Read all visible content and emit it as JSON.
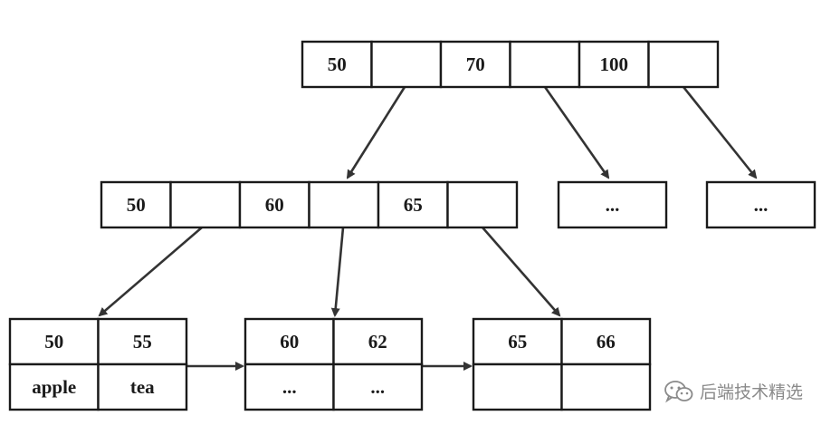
{
  "diagram": {
    "root": {
      "keys": [
        "50",
        "",
        "70",
        "",
        "100",
        ""
      ]
    },
    "level1": {
      "internal": {
        "keys": [
          "50",
          "",
          "60",
          "",
          "65",
          ""
        ]
      },
      "collapsed": [
        "...",
        "..."
      ]
    },
    "leaves": [
      {
        "keys": [
          "50",
          "55"
        ],
        "values": [
          "apple",
          "tea"
        ]
      },
      {
        "keys": [
          "60",
          "62"
        ],
        "values": [
          "...",
          "..."
        ]
      },
      {
        "keys": [
          "65",
          "66"
        ],
        "values": [
          "",
          ""
        ]
      }
    ]
  },
  "watermark": {
    "text": "后端技术精选",
    "icon": "wechat-icon"
  }
}
